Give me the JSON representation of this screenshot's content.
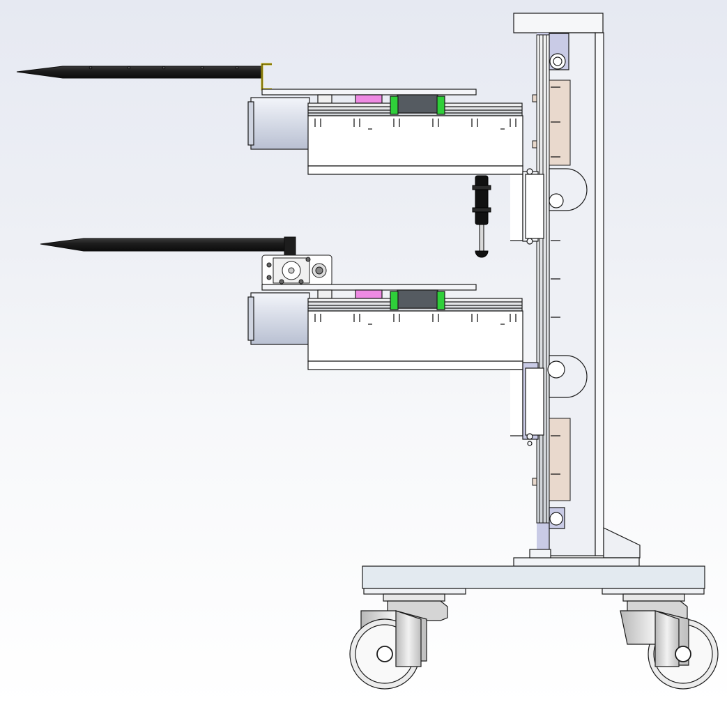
{
  "scene": {
    "subject": "mobile-cart-side-view",
    "background_top": "#e6e9f2",
    "background_bottom": "#ffffff"
  },
  "colors": {
    "outline": "#1a1a1a",
    "frame_fill": "#f4f5f8",
    "base_plate": "#e3eaf0",
    "mast_tint": "#c9cbe6",
    "bronze_panel": "#e9d9cd",
    "guide_block_green": "#2fcf3a",
    "pink_pad": "#ee8ae3",
    "slider_dark": "#555b61",
    "fork_black": "#1d1d1d",
    "bracket_yellow": "#c9b400",
    "motor_blue_gray": "#d5dae6",
    "wheel_gray": "#d9d9d9",
    "damper_black": "#111111"
  },
  "parts": {
    "fork_count": 2,
    "linear_module_count": 2,
    "caster_count": 2,
    "damper_count": 1
  }
}
